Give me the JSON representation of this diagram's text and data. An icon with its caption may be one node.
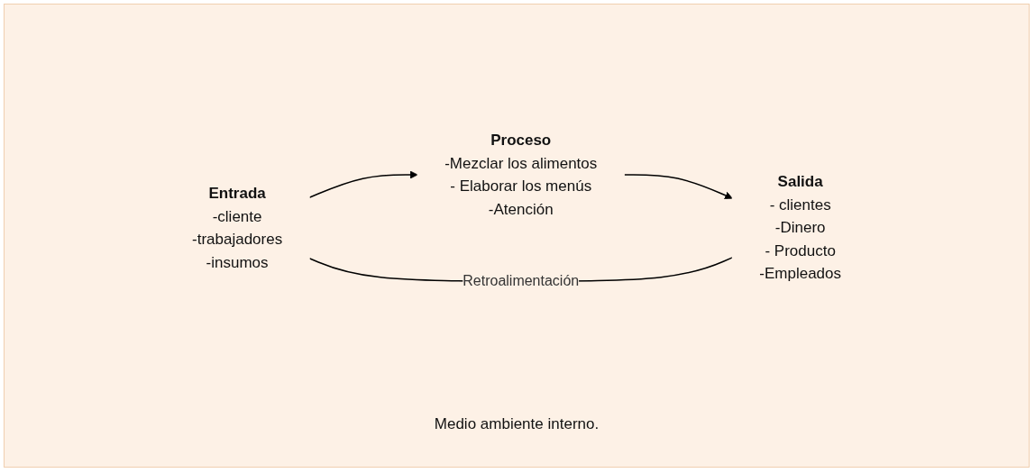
{
  "diagram": {
    "nodes": [
      {
        "text": [
          "Entrada",
          "-cliente",
          "-trabajadores",
          "-insumos"
        ]
      },
      {
        "text": [
          "Proceso",
          "-Mezclar los alimentos",
          "- Elaborar los menús",
          "-Atención"
        ]
      },
      {
        "text": [
          "Salida",
          "- clientes",
          "-Dinero",
          "- Producto",
          "-Empleados"
        ]
      }
    ],
    "edges": [
      {
        "from": 0,
        "to": 1,
        "arrow": "to"
      },
      {
        "from": 1,
        "to": 2,
        "arrow": "to"
      },
      {
        "from": 2,
        "to": 0,
        "arrow": "none",
        "label": "Retroalimentación"
      }
    ],
    "labels": [
      "Medio ambiente interno."
    ]
  }
}
